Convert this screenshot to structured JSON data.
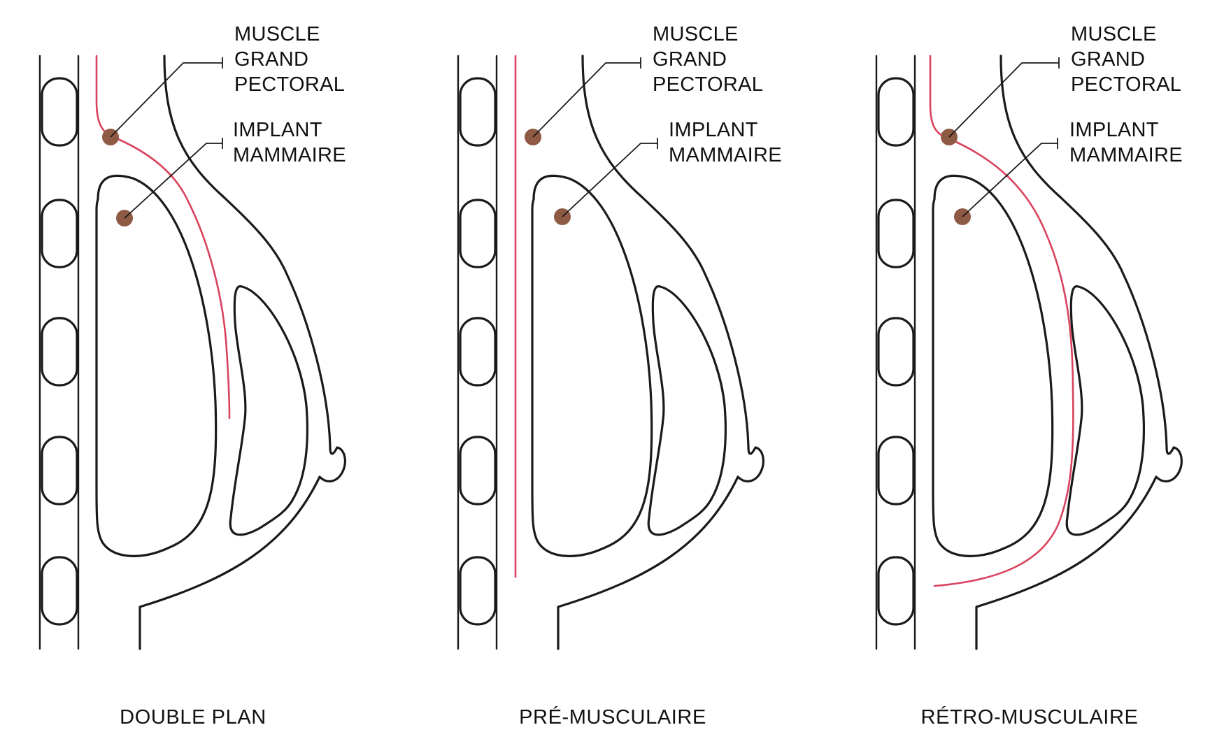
{
  "labels": {
    "muscle": [
      "MUSCLE",
      "GRAND",
      "PECTORAL"
    ],
    "implant": [
      "IMPLANT",
      "MAMMAIRE"
    ]
  },
  "panels": [
    {
      "id": "double-plan",
      "caption": "DOUBLE PLAN"
    },
    {
      "id": "pre-musculaire",
      "caption": "PRÉ-MUSCULAIRE"
    },
    {
      "id": "retro-musculaire",
      "caption": "RÉTRO-MUSCULAIRE"
    }
  ],
  "colors": {
    "outline": "#1a1a1a",
    "muscle": "#d9435e",
    "marker": "#8f5a44",
    "background": "#ffffff"
  }
}
